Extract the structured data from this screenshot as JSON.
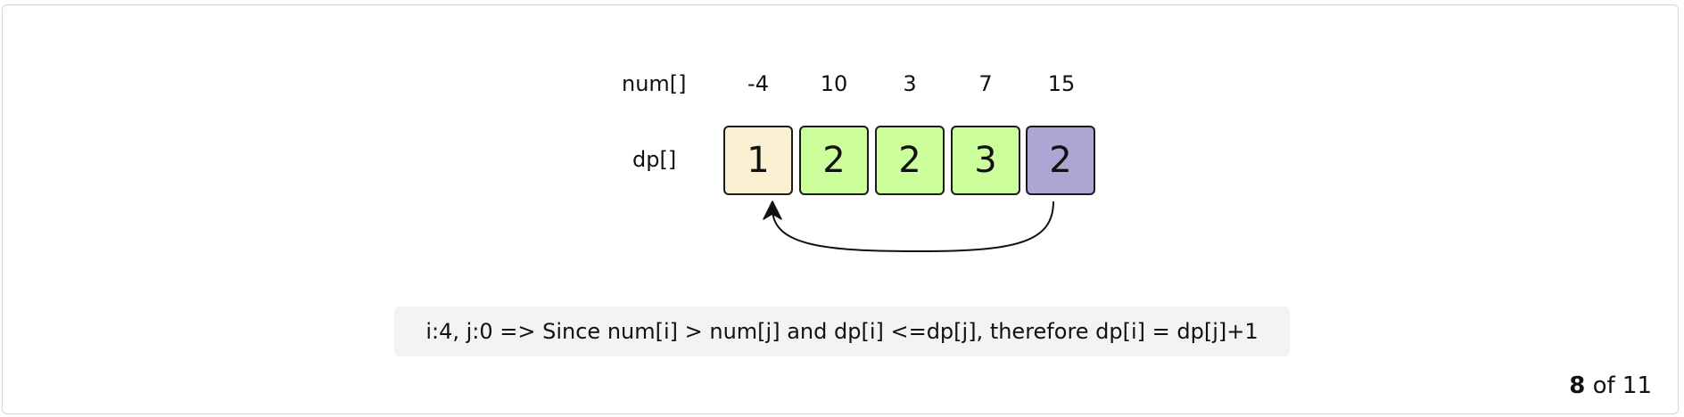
{
  "labels": {
    "num": "num[]",
    "dp": "dp[]"
  },
  "num": [
    "-4",
    "10",
    "3",
    "7",
    "15"
  ],
  "dp": [
    {
      "value": "1",
      "color": "#fcf0d2"
    },
    {
      "value": "2",
      "color": "#ccfe9c"
    },
    {
      "value": "2",
      "color": "#ccfe9c"
    },
    {
      "value": "3",
      "color": "#ccfe9c"
    },
    {
      "value": "2",
      "color": "#afa5d5"
    }
  ],
  "arrow": {
    "from_index": 4,
    "to_index": 0
  },
  "caption": "i:4, j:0 => Since num[i] > num[j] and dp[i] <=dp[j], therefore dp[i] = dp[j]+1",
  "pager": {
    "current": "8",
    "of_text": "of 11"
  }
}
